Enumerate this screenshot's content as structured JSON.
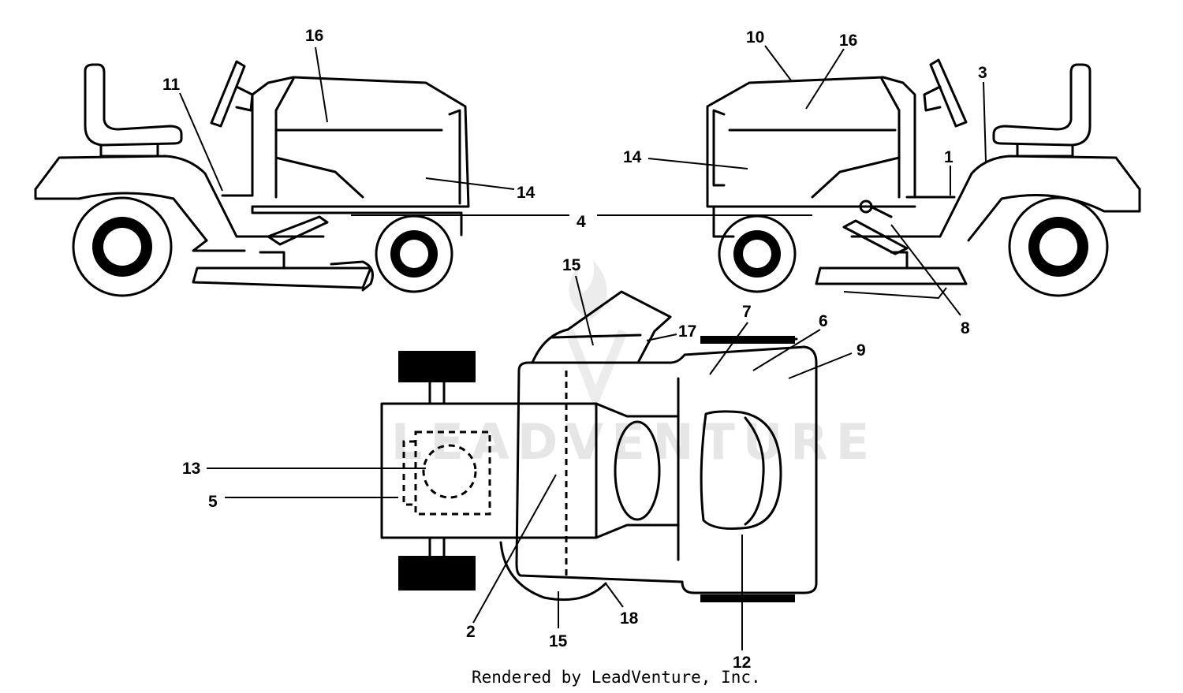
{
  "watermark": "LEADVENTURE",
  "footer": "Rendered by LeadVenture, Inc.",
  "callouts": {
    "c1": "1",
    "c2": "2",
    "c3": "3",
    "c4": "4",
    "c5": "5",
    "c6": "6",
    "c7": "7",
    "c8": "8",
    "c9": "9",
    "c10": "10",
    "c11": "11",
    "c12": "12",
    "c13": "13",
    "c14_left": "14",
    "c14_right": "14",
    "c15_top": "15",
    "c15_bottom": "15",
    "c16_left": "16",
    "c16_right": "16",
    "c17": "17",
    "c18": "18"
  }
}
